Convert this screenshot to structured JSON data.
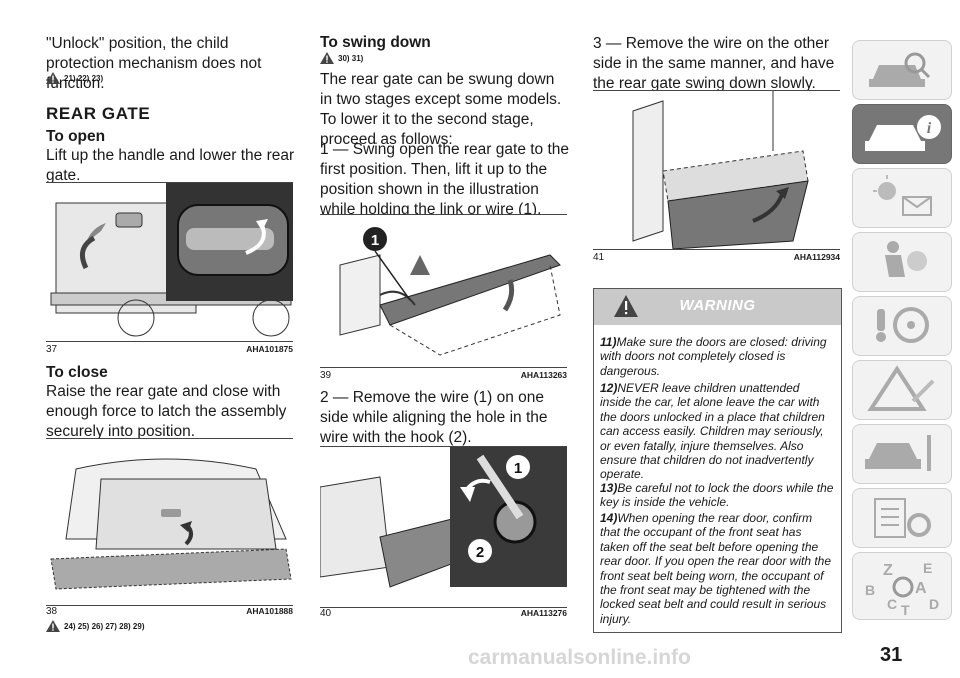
{
  "col1": {
    "intro": "\"Unlock\" position, the child protection mechanism does not function.",
    "intro_refs": "21) 22) 23)",
    "section_title": "REAR GATE",
    "open_title": "To open",
    "open_text": "Lift up the handle and lower the rear gate.",
    "fig37": {
      "num": "37",
      "code": "AHA101875"
    },
    "close_title": "To close",
    "close_text": "Raise the rear gate and close with enough force to latch the assembly securely into position.",
    "fig38": {
      "num": "38",
      "code": "AHA101888"
    },
    "fig38_refs": "24) 25) 26) 27) 28) 29)"
  },
  "col2": {
    "swing_title": "To swing down",
    "swing_refs": "30) 31)",
    "swing_text": "The rear gate can be swung down in two stages except some models. To lower it to the second stage, proceed as follows:",
    "step1": "1 — Swing open the rear gate to the first position. Then, lift it up to the position shown in the illustration while holding the link or wire (1).",
    "fig39": {
      "num": "39",
      "code": "AHA113263"
    },
    "step2": "2 — Remove the wire (1) on one side while aligning the hole in the wire with the hook (2).",
    "fig40": {
      "num": "40",
      "code": "AHA113276"
    },
    "fig39_label_1": "1",
    "fig40_label_1": "1",
    "fig40_label_2": "2"
  },
  "col3": {
    "step3": "3 — Remove the wire on the other side in the same manner, and have the rear gate swing down slowly.",
    "fig41": {
      "num": "41",
      "code": "AHA112934"
    },
    "warning_title": "WARNING",
    "warnings": [
      {
        "num": "11)",
        "text": "Make sure the doors are closed: driving with doors not completely closed is dangerous."
      },
      {
        "num": "12)",
        "text": "NEVER leave children unattended inside the car, let alone leave the car with the doors unlocked in a place that children can access easily. Children may seriously, or even fatally, injure themselves. Also ensure that children do not inadvertently operate."
      },
      {
        "num": "13)",
        "text": "Be careful not to lock the doors while the key is inside the vehicle."
      },
      {
        "num": "14)",
        "text": "When opening the rear door, confirm that the occupant of the front seat has taken off the seat belt before opening the rear door. If you open the rear door with the front seat belt being worn, the occupant of the front seat may be tightened with the locked seat belt and could result in serious injury."
      }
    ]
  },
  "sidebar": {
    "tabs": [
      {
        "icon": "car-search-icon"
      },
      {
        "icon": "car-info-icon",
        "active": true
      },
      {
        "icon": "warning-lights-message-icon"
      },
      {
        "icon": "airbag-seat-icon"
      },
      {
        "icon": "key-steering-wheel-icon"
      },
      {
        "icon": "warning-triangle-tools-icon"
      },
      {
        "icon": "car-wrench-icon"
      },
      {
        "icon": "specifications-gear-icon"
      },
      {
        "icon": "alphabetical-index-icon"
      }
    ],
    "index_letters": [
      "Z",
      "E",
      "A",
      "B",
      "C",
      "T",
      "D"
    ]
  },
  "page_number": "31",
  "watermark": "carmanualsonline.info",
  "colors": {
    "active_tab": "#777777",
    "warning_header": "#c9c9c9"
  }
}
